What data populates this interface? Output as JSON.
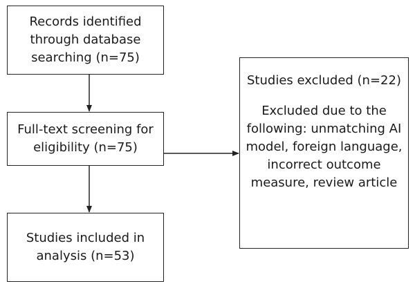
{
  "flow": {
    "records_identified": "Records identified through database searching (n=75)",
    "full_text_screening": "Full-text screening for eligibility (n=75)",
    "studies_included": "Studies included in analysis (n=53)",
    "studies_excluded": {
      "title": "Studies excluded (n=22)",
      "reasons": "Excluded due to the following: unmatching AI model, foreign language, incorrect outcome measure, review article"
    }
  }
}
